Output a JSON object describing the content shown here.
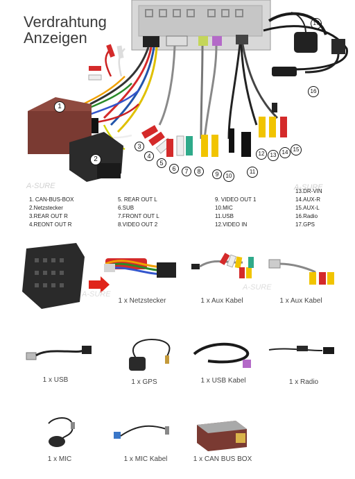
{
  "title": {
    "line1": "Verdrahtung",
    "line2": "Anzeigen"
  },
  "callouts": [
    "1",
    "2",
    "3",
    "4",
    "5",
    "6",
    "7",
    "8",
    "9",
    "10",
    "11",
    "12",
    "13",
    "14",
    "15",
    "16",
    "17"
  ],
  "legend": {
    "col1": [
      "1. CAN-BUS-BOX",
      "2.Netzstecker",
      "3.REAR OUT R",
      "4.REONT OUT R"
    ],
    "col2": [
      "5. REAR OUT L",
      "6.SUB",
      "7.FRONT OUT L",
      "8.VIDEO OUT 2"
    ],
    "col3": [
      "9. VIDEO OUT 1",
      "10.MIC",
      "11.USB",
      "12.VIDEO IN"
    ],
    "col4": [
      "13.DR-VIN",
      "14.AUX-R",
      "15.AUX-L",
      "16.Radio",
      "17.GPS"
    ]
  },
  "items": {
    "netzstecker": "1 x Netzstecker",
    "aux1": "1 x Aux Kabel",
    "aux2": "1 x Aux Kabel",
    "usb": "1 x USB",
    "gps": "1 x GPS",
    "usb_kabel": "1 x USB Kabel",
    "radio": "1 x Radio",
    "mic": "1 x MIC",
    "mic_kabel": "1 x MIC Kabel",
    "canbus": "1 x CAN BUS BOX"
  },
  "watermark": "A-SURE",
  "colors": {
    "red": "#d42a2a",
    "white": "#f2f2f2",
    "yellow": "#f1c400",
    "black": "#1a1a1a",
    "arrow": "#e0241a"
  }
}
